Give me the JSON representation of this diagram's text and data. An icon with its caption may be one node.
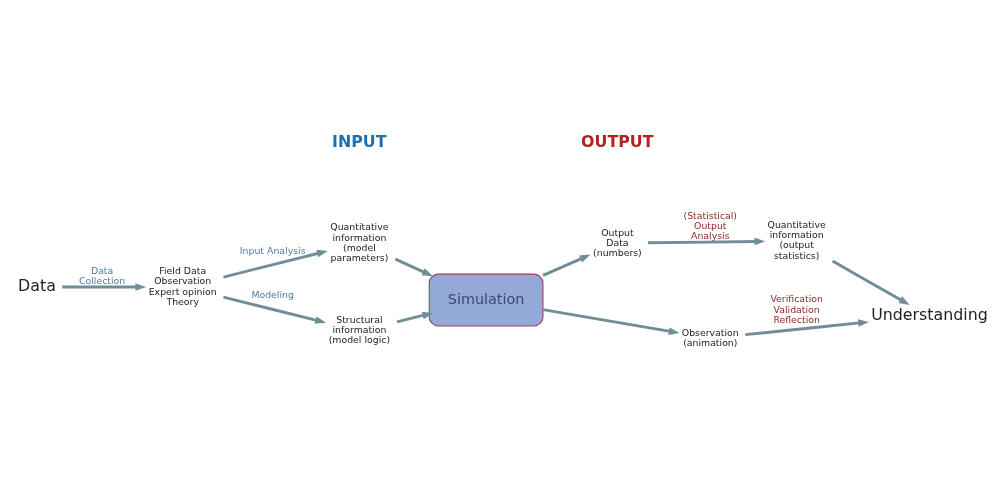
{
  "diagram": {
    "nodes": [
      {
        "text": [
          "Data"
        ]
      },
      {
        "text": [
          "Field Data",
          "Observation",
          "Expert opinion",
          "Theory"
        ]
      },
      {
        "text": [
          "Quantitative information (model parameters)"
        ]
      },
      {
        "text": [
          "Structural information (model logic)"
        ]
      },
      {
        "text": [
          "Simulation"
        ]
      },
      {
        "text": [
          "Output Data (numbers)"
        ]
      },
      {
        "text": [
          "Quantitative information (output statistics)"
        ]
      },
      {
        "text": [
          "Observation (animation)"
        ]
      },
      {
        "text": [
          "Understanding"
        ]
      }
    ],
    "edges": [
      {
        "from": 0,
        "to": 1,
        "arrow": "to",
        "label": "Data Collection"
      },
      {
        "from": 1,
        "to": 2,
        "arrow": "to",
        "label": "Input Analysis"
      },
      {
        "from": 1,
        "to": 3,
        "arrow": "to",
        "label": "Modeling"
      },
      {
        "from": 2,
        "to": 4,
        "arrow": "to"
      },
      {
        "from": 3,
        "to": 4,
        "arrow": "to"
      },
      {
        "from": 4,
        "to": 5,
        "arrow": "to"
      },
      {
        "from": 4,
        "to": 7,
        "arrow": "to"
      },
      {
        "from": 5,
        "to": 6,
        "arrow": "to",
        "label": "(Statistical) Output Analysis"
      },
      {
        "from": 6,
        "to": 8,
        "arrow": "to"
      },
      {
        "from": 7,
        "to": 8,
        "arrow": "to",
        "label": "Verification Validation Reflection"
      }
    ],
    "labels": [
      "INPUT",
      "OUTPUT"
    ]
  }
}
